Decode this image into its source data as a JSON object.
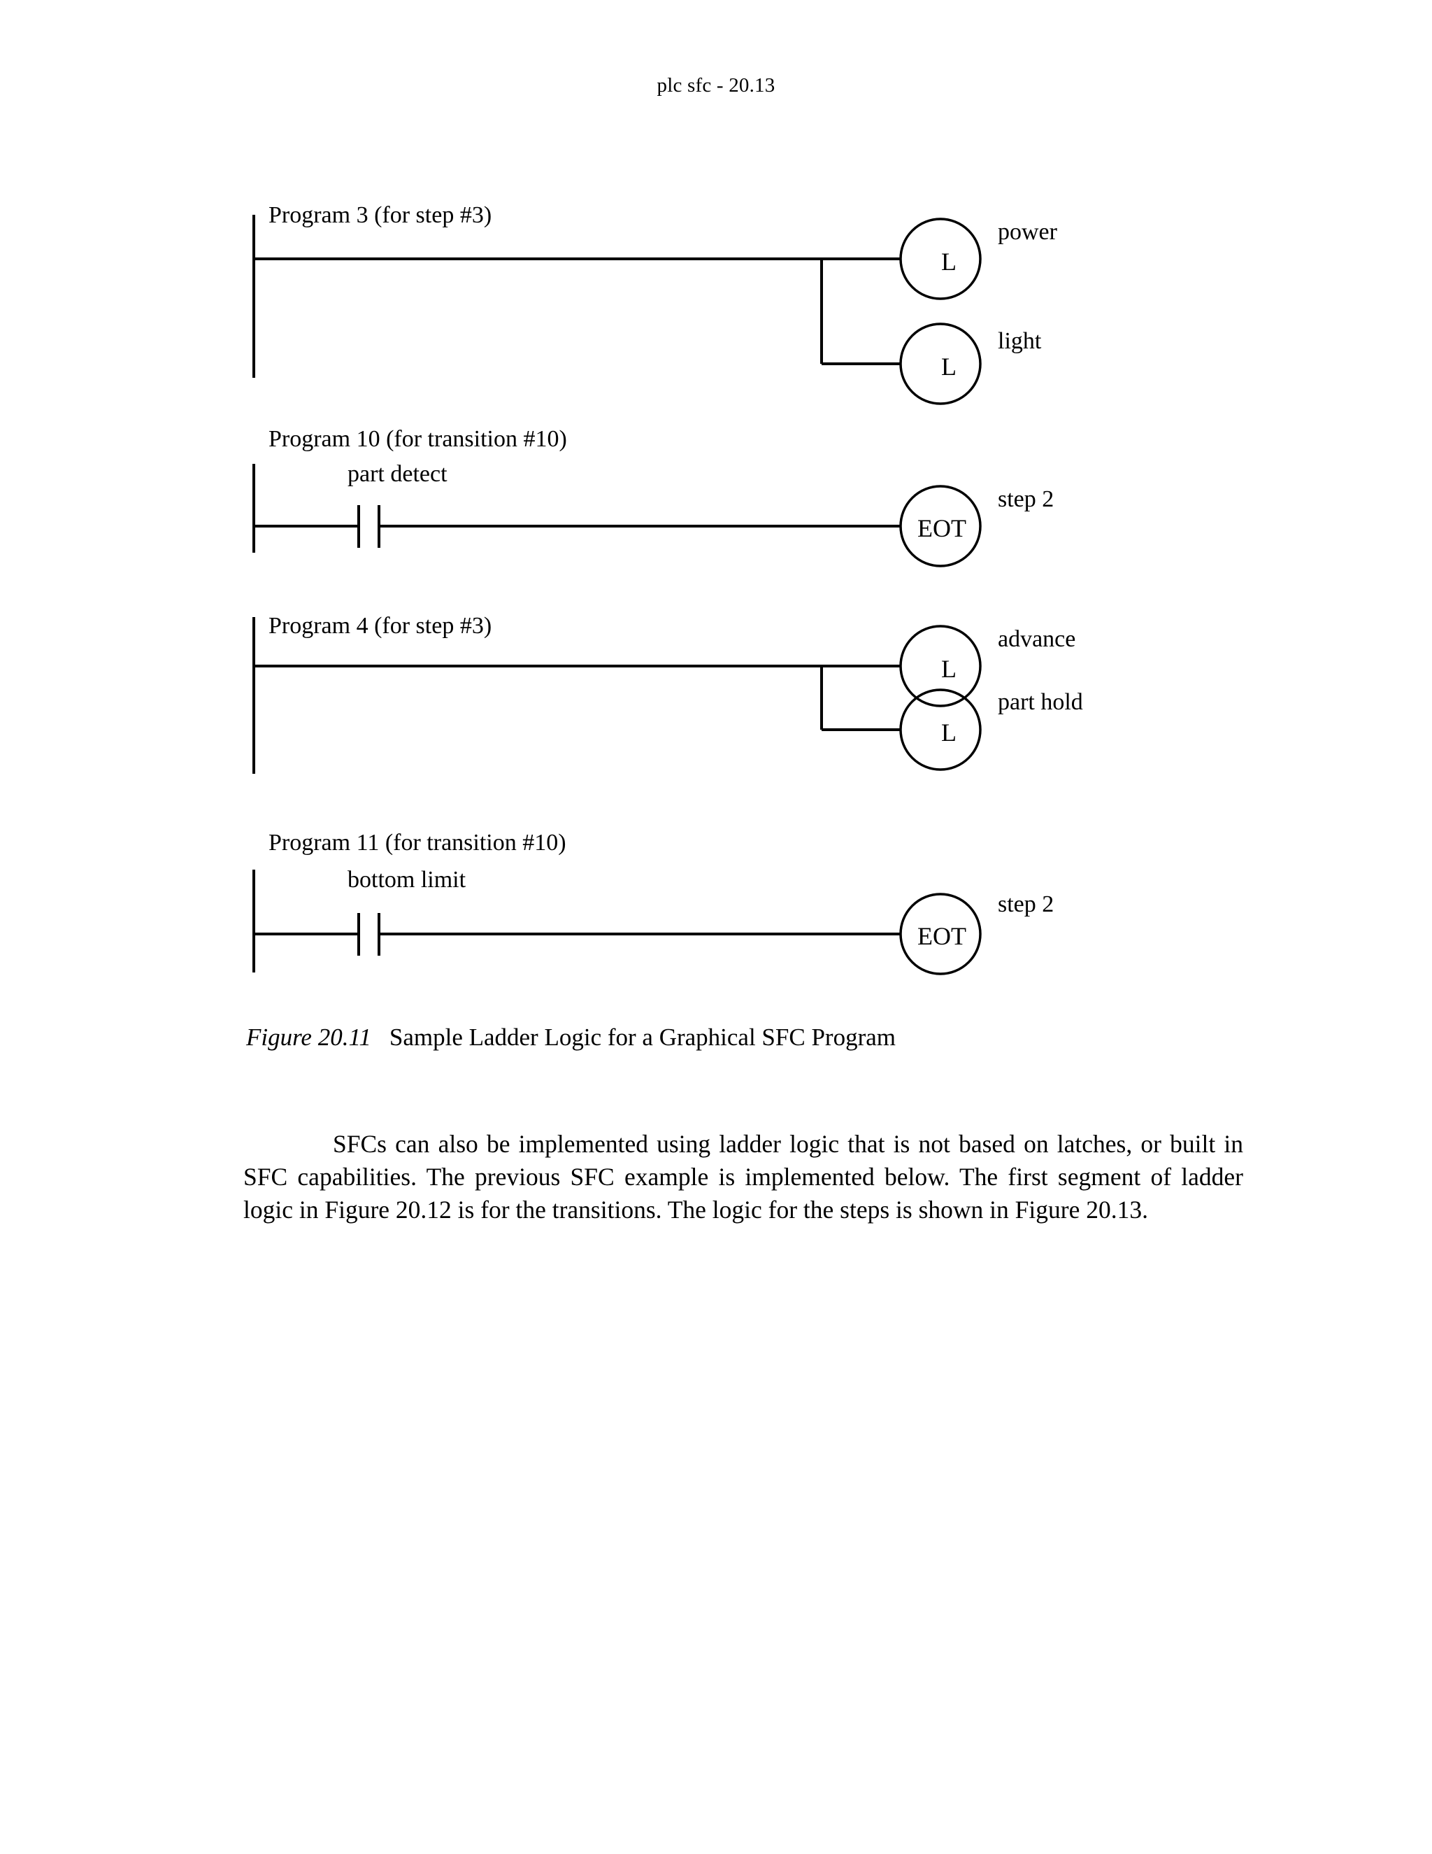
{
  "header": {
    "running_head": "plc sfc - 20.13"
  },
  "figure": {
    "caption_number": "Figure 20.11",
    "caption_text": "Sample Ladder Logic for a Graphical SFC Program",
    "rungs": [
      {
        "id": "program-3",
        "title": "Program 3 (for step #3)",
        "contact": null,
        "contact_label": null,
        "outputs": [
          {
            "symbol": "L",
            "label": "power"
          },
          {
            "symbol": "L",
            "label": "light"
          }
        ]
      },
      {
        "id": "program-10",
        "title": "Program 10 (for transition #10)",
        "contact": "normally-open-contact",
        "contact_label": "part detect",
        "outputs": [
          {
            "symbol": "EOT",
            "label": "step 2"
          }
        ]
      },
      {
        "id": "program-4",
        "title": "Program 4 (for step #3)",
        "contact": null,
        "contact_label": null,
        "outputs": [
          {
            "symbol": "L",
            "label": "advance"
          },
          {
            "symbol": "L",
            "label": "part hold"
          }
        ]
      },
      {
        "id": "program-11",
        "title": "Program 11 (for transition #10)",
        "contact": "normally-open-contact",
        "contact_label": "bottom limit",
        "outputs": [
          {
            "symbol": "EOT",
            "label": "step 2"
          }
        ]
      }
    ]
  },
  "body": {
    "paragraph": "SFCs can also be implemented using ladder logic that is not based on latches, or built in SFC capabilities. The previous SFC example is implemented below. The first seg­ment of ladder logic in Figure 20.12 is for the transitions. The logic for the steps is shown in Figure 20.13."
  },
  "colors": {
    "ink": "#000000",
    "paper": "#ffffff"
  }
}
